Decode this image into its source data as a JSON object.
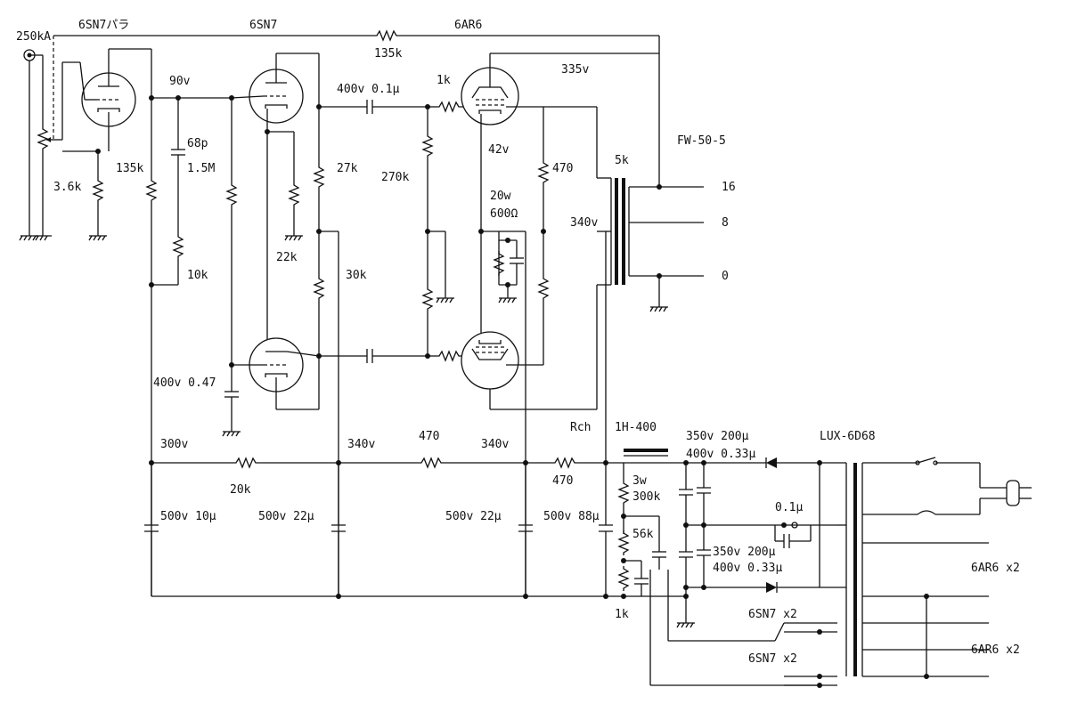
{
  "labels": {
    "pot": "250kA",
    "v1": "6SN7パラ",
    "v2": "6SN7",
    "v3": "6AR6",
    "r_fb": "135k",
    "v_90": "90v",
    "c_68p": "68p",
    "r_1m5": "1.5M",
    "r_135k_b": "135k",
    "r_3k6": "3.6k",
    "r_10k": "10k",
    "r_27k": "27k",
    "r_22k": "22k",
    "r_30k": "30k",
    "c_coup": "400v 0.1μ",
    "r_1k": "1k",
    "r_270k": "270k",
    "v_42": "42v",
    "r_470_g": "470",
    "r_20w": "20w",
    "r_600": "600Ω",
    "v_335": "335v",
    "v_340_ot": "340v",
    "ot_imp": "5k",
    "ot_name": "FW-50-5",
    "tap_16": "16",
    "tap_8": "8",
    "tap_0": "0",
    "c_047": "400v 0.47",
    "v_300": "300v",
    "v_340_a": "340v",
    "r_470_a": "470",
    "v_340_b": "340v",
    "r_rch": "Rch",
    "choke": "1H-400",
    "r_20k": "20k",
    "r_470_b": "470",
    "c_10": "500v 10μ",
    "c_22a": "500v 22μ",
    "c_22b": "500v 22μ",
    "c_88": "500v 88μ",
    "r_3w": "3w",
    "r_300k": "300k",
    "r_56k": "56k",
    "r_1k_b": "1k",
    "c_350a": "350v 200μ",
    "c_400a": "400v 0.33μ",
    "c_01": "0.1μ",
    "c_350b": "350v 200μ",
    "c_400b": "400v 0.33μ",
    "pt_name": "LUX-6D68",
    "h_6ar6_a": "6AR6 x2",
    "h_6sn7_a": "6SN7 x2",
    "h_6sn7_b": "6SN7 x2",
    "h_6ar6_b": "6AR6 x2"
  }
}
